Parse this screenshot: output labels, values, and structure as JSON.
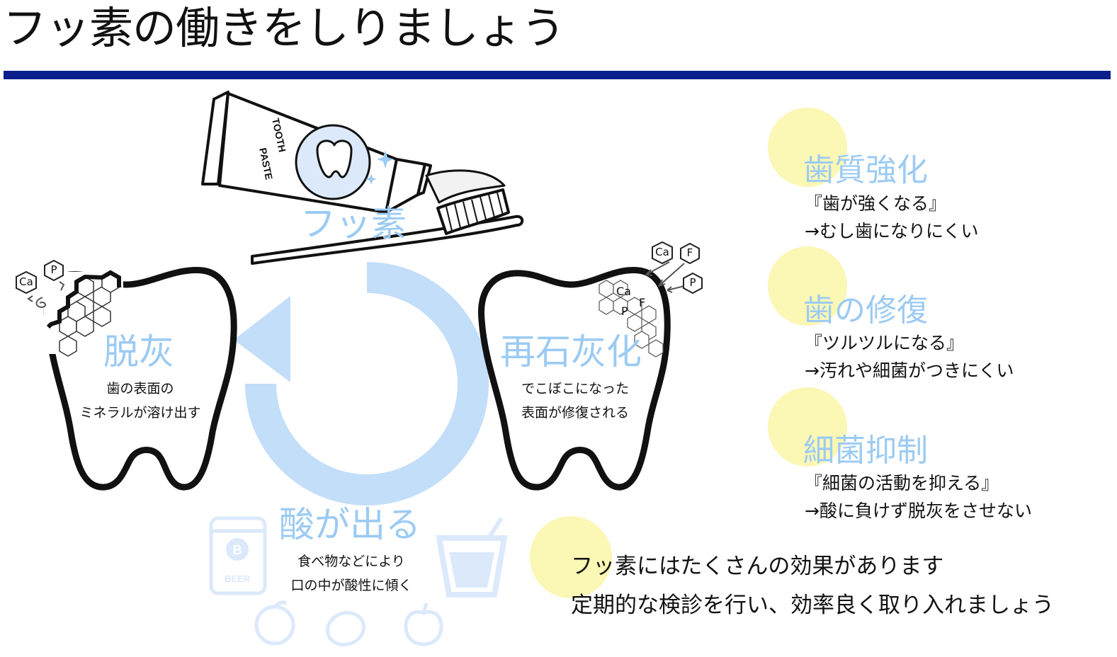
{
  "title": "フッ素の働きをしりましょう",
  "colors": {
    "title_bar": "#0a1e8c",
    "accent_blue": "#9ccbf3",
    "cycle_arrow": "#c3def8",
    "highlight_yellow": "#fbf7b4",
    "icon_light_blue": "#dbe9fb"
  },
  "toothpaste": {
    "brand_text_line1": "TOOTH",
    "brand_text_line2": "PASTE"
  },
  "fluoride_label": "フッ素",
  "demineralization": {
    "heading": "脱灰",
    "line1": "歯の表面の",
    "line2": "ミネラルが溶け出す",
    "ions": [
      "Ca",
      "P"
    ]
  },
  "remineralization": {
    "heading": "再石灰化",
    "line1": "でこぼこになった",
    "line2": "表面が修復される",
    "ions_outside": [
      "Ca",
      "F",
      "P"
    ],
    "ions_inside": [
      "Ca",
      "F",
      "P"
    ]
  },
  "acid": {
    "heading": "酸が出る",
    "line1": "食べ物などにより",
    "line2": "口の中が酸性に傾く",
    "can_label": "BEER",
    "can_badge": "B"
  },
  "effects": [
    {
      "heading": "歯質強化",
      "line1": "『歯が強くなる』",
      "line2": "→むし歯になりにくい"
    },
    {
      "heading": "歯の修復",
      "line1": "『ツルツルになる』",
      "line2": "→汚れや細菌がつきにくい"
    },
    {
      "heading": "細菌抑制",
      "line1": "『細菌の活動を抑える』",
      "line2": "→酸に負けず脱灰をさせない"
    }
  ],
  "summary": {
    "line1": "フッ素にはたくさんの効果があります",
    "line2": "定期的な検診を行い、効率良く取り入れましょう"
  }
}
